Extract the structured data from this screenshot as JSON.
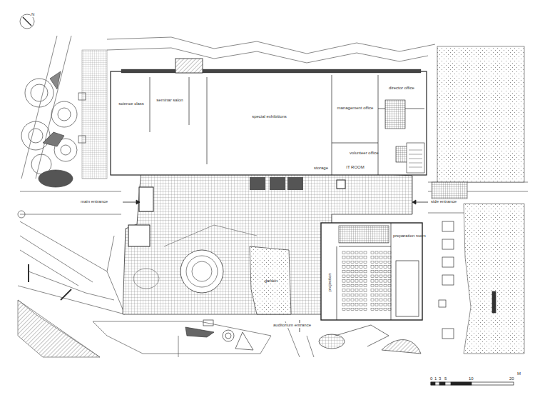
{
  "diagram": {
    "nodes": [
      {
        "text": [
          "science class"
        ]
      },
      {
        "text": [
          "seminar salon"
        ]
      },
      {
        "text": [
          "special exhibitions"
        ]
      },
      {
        "text": [
          "management office"
        ]
      },
      {
        "text": [
          "director office"
        ]
      },
      {
        "text": [
          "volunteer office"
        ]
      },
      {
        "text": [
          "IT ROOM"
        ]
      },
      {
        "text": [
          "storage"
        ]
      },
      {
        "text": [
          "preparation room"
        ]
      },
      {
        "text": [
          "projection"
        ]
      },
      {
        "text": [
          "garden"
        ]
      }
    ],
    "edges": [],
    "labels": [
      "main entrance",
      "side entrance",
      "auditorium entrance",
      "0",
      "1",
      "3",
      "5",
      "10",
      "20",
      "M",
      "N"
    ]
  }
}
